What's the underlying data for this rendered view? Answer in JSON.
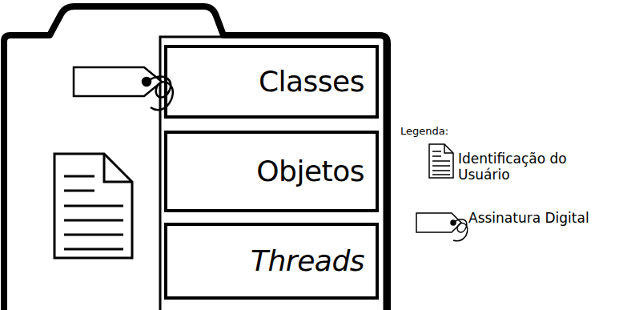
{
  "diagram": {
    "nodes": [
      {
        "text": [
          "Classes"
        ]
      },
      {
        "text": [
          "Objetos"
        ]
      },
      {
        "text": [
          "Threads"
        ]
      }
    ],
    "labels": [
      "Legenda:"
    ],
    "legend": [
      {
        "text": "Identificação do Usuário"
      },
      {
        "text": "Assinatura Digital"
      }
    ]
  }
}
